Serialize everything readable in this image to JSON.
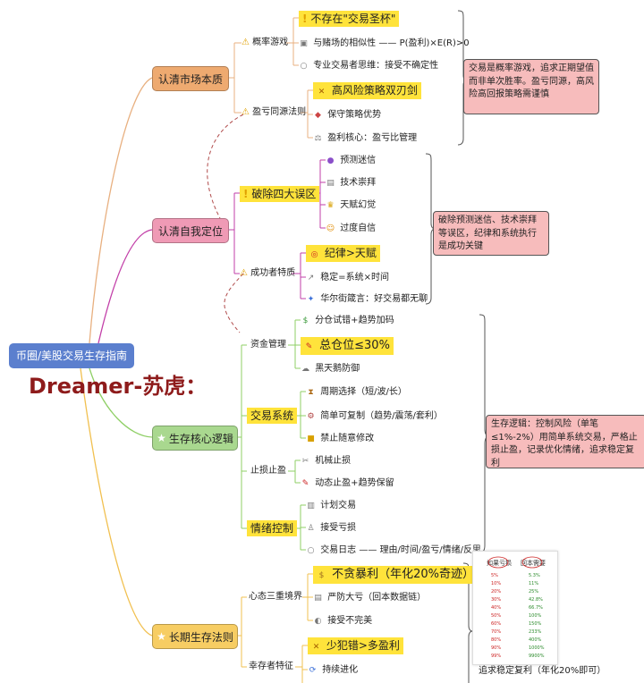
{
  "root": {
    "title": "币圈/美股交易生存指南",
    "author": "Dreamer-苏虎："
  },
  "market": {
    "title": "认清市场本质",
    "g1": {
      "label": "概率游戏",
      "items": [
        "不存在\"交易圣杯\"",
        "与赌场的相似性",
        "专业交易者思维：接受不确定性"
      ],
      "formula": "P(盈利)×E(R)>0"
    },
    "g2": {
      "label": "盈亏同源法则",
      "items": [
        "高风险策略双刃剑",
        "保守策略优势",
        "盈利核心：盈亏比管理"
      ]
    },
    "note": "交易是概率游戏，追求正期望值而非单次胜率。盈亏同源，高风险高回报策略需谨慎"
  },
  "self": {
    "title": "认清自我定位",
    "g1": {
      "label": "破除四大误区",
      "items": [
        "预测迷信",
        "技术崇拜",
        "天赋幻觉",
        "过度自信"
      ]
    },
    "g2": {
      "label": "成功者特质",
      "items": [
        "纪律>天赋",
        "稳定=系统×时间",
        "华尔街箴言：好交易都无聊"
      ]
    },
    "note": "破除预测迷信、技术崇拜等误区，纪律和系统执行是成功关键"
  },
  "core": {
    "title": "生存核心逻辑",
    "g1": {
      "label": "资金管理",
      "items": [
        "分仓试错+趋势加码",
        "总仓位≤30%",
        "黑天鹅防御"
      ]
    },
    "g2": {
      "label": "交易系统",
      "items": [
        "周期选择（短/波/长）",
        "简单可复制（趋势/震荡/套利）",
        "禁止随意修改"
      ]
    },
    "g3": {
      "label": "止损止盈",
      "items": [
        "机械止损",
        "动态止盈+趋势保留"
      ]
    },
    "g4": {
      "label": "情绪控制",
      "items": [
        "计划交易",
        "接受亏损",
        "交易日志"
      ],
      "detail": "理由/时间/盈亏/情绪/反思"
    },
    "note": "生存逻辑：控制风险（单笔≤1%-2%）用简单系统交易，严格止损止盈，记录优化情绪，追求稳定复利"
  },
  "long": {
    "title": "长期生存法则",
    "g1": {
      "label": "心态三重境界",
      "items": [
        "不贪暴利（年化20%奇迹）",
        "严防大亏（回本数据链）",
        "接受不完美"
      ]
    },
    "g2": {
      "label": "幸存者特征",
      "items": [
        "少犯错>多盈利",
        "持续进化"
      ]
    },
    "note": "追求稳定复利（年化20%即可）"
  },
  "recovery_table": {
    "headers": [
      "如果亏损",
      "回本需要"
    ],
    "loss": [
      "5%",
      "10%",
      "20%",
      "30%",
      "40%",
      "50%",
      "60%",
      "70%",
      "80%",
      "90%",
      "99%"
    ],
    "gain": [
      "5.3%",
      "11%",
      "25%",
      "42.8%",
      "66.7%",
      "100%",
      "150%",
      "233%",
      "400%",
      "1000%",
      "9900%"
    ]
  }
}
